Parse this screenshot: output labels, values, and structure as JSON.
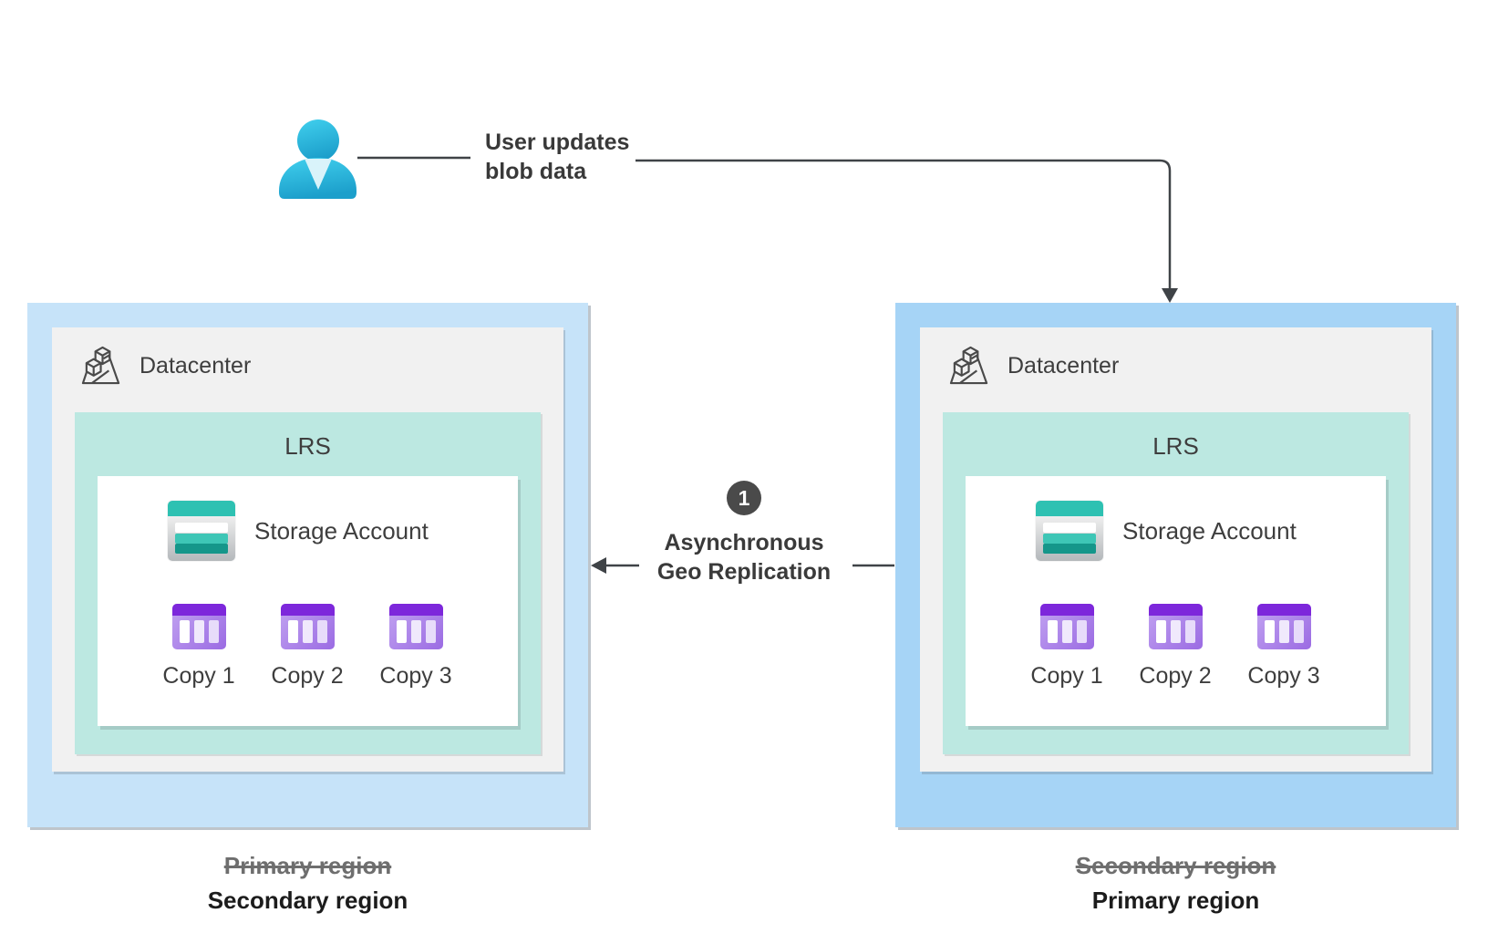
{
  "user_flow": {
    "note_line1": "User updates",
    "note_line2": "blob data"
  },
  "replication": {
    "step_number": "1",
    "label_line1": "Asynchronous",
    "label_line2": "Geo Replication"
  },
  "regions": [
    {
      "datacenter_label": "Datacenter",
      "redundancy_label": "LRS",
      "storage_account_label": "Storage Account",
      "copies": [
        "Copy 1",
        "Copy 2",
        "Copy 3"
      ],
      "previous_role": "Primary region",
      "current_role": "Secondary region"
    },
    {
      "datacenter_label": "Datacenter",
      "redundancy_label": "LRS",
      "storage_account_label": "Storage Account",
      "copies": [
        "Copy 1",
        "Copy 2",
        "Copy 3"
      ],
      "previous_role": "Secondary region",
      "current_role": "Primary region"
    }
  ],
  "colors": {
    "region_left_bg": "#C6E3F9",
    "region_right_bg": "#A6D4F6",
    "datacenter_panel_bg": "#F1F1F1",
    "lrs_bg": "#BCE8E1",
    "badge_bg": "#4A4A4A",
    "connector": "#3F4347",
    "user_icon_top": "#41D0EE",
    "user_icon_bottom": "#1C9FCB",
    "storage_icon_teal": "#2EC1B2",
    "copy_icon_purple": "#7D27DB"
  }
}
